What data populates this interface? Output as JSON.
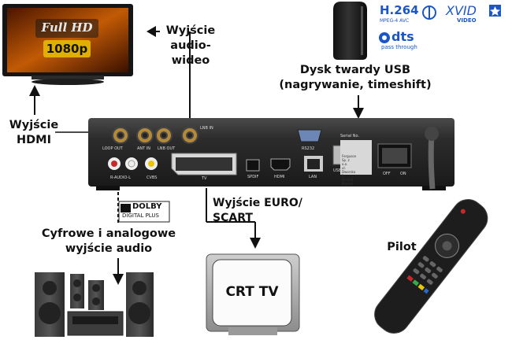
{
  "tv": {
    "logo_top": "Full HD",
    "logo_bottom": "1080p"
  },
  "labels": {
    "av_out": "Wyjście\naudio-wideo",
    "hdmi_out": "Wyjście\nHDMI",
    "usb_hdd": "Dysk twardy USB\n(nagrywanie, timeshift)",
    "scart_out": "Wyjście EURO/ SCART",
    "audio_out": "Cyfrowe i analogowe\nwyjście audio",
    "remote": "Pilot",
    "crt_tv": "CRT TV"
  },
  "badges": {
    "h264": "H.264",
    "h264_sub": "MPEG-4 AVC",
    "xvid": "XVID",
    "xvid_sub": "VIDEO",
    "dts": "dts",
    "dts_sub": "pass through",
    "dolby_top": "DOLBY",
    "dolby_bottom": "DIGITAL PLUS"
  },
  "receiver_panel": {
    "loop_out": "LOOP OUT",
    "ant_in": "ANT IN",
    "lnb_out": "LNB OUT",
    "lnb_in": "LNB IN",
    "r_audio_l": "R-AUDIO-L",
    "cvbs": "CVBS",
    "tv": "TV",
    "spdif": "SPDIF",
    "hdmi": "HDMI",
    "lan": "LAN",
    "rs232": "RS232",
    "usb": "USB",
    "serial": "Serial No.",
    "off": "OFF",
    "on": "ON",
    "maker": "Ferguson Sp. z o.o.\nul. Dworska 1\n61-619 Poznań"
  },
  "colors": {
    "accent_blue": "#1b56c4",
    "body_dark": "#202020"
  }
}
